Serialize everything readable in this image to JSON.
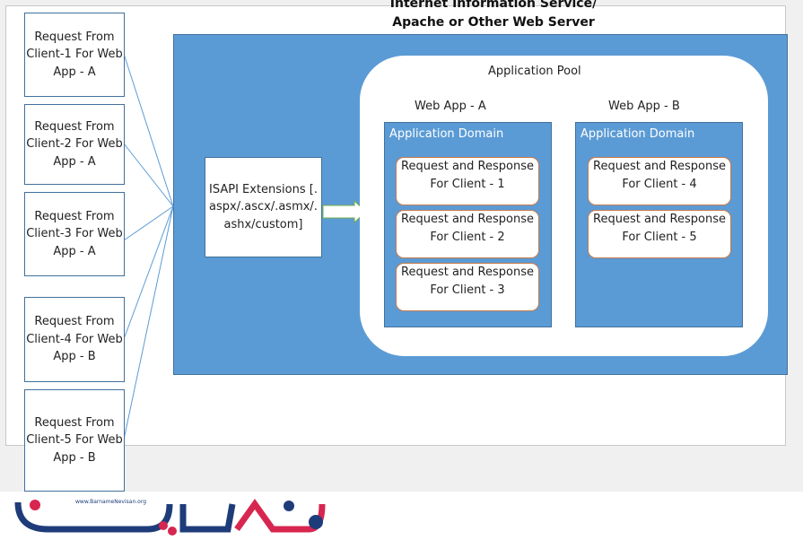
{
  "title": {
    "line1": "Internet Information Service/",
    "line2": "Apache or Other Web Server"
  },
  "clients": [
    "Request From Client-1 For Web App - A",
    "Request From Client-2 For Web App - A",
    "Request From Client-3 For Web App - A",
    "Request From Client-4 For Web App - B",
    "Request From Client-5 For Web App - B"
  ],
  "isapi": "ISAPI Extensions [.aspx/.ascx/.asmx/.ashx/custom]",
  "pool": "Application Pool",
  "webapp_a": {
    "label": "Web App - A",
    "domain": "Application Domain",
    "requests": [
      "Request and Response For Client - 1",
      "Request and Response For Client - 2",
      "Request and Response For Client - 3"
    ]
  },
  "webapp_b": {
    "label": "Web App - B",
    "domain": "Application Domain",
    "requests": [
      "Request and Response For Client - 4",
      "Request and Response For Client - 5"
    ]
  },
  "logo": {
    "url": "www.BarnameNevisan.org"
  },
  "colors": {
    "blue": "#5b9bd5",
    "border": "#41719c",
    "request_border": "#c97a4a"
  }
}
